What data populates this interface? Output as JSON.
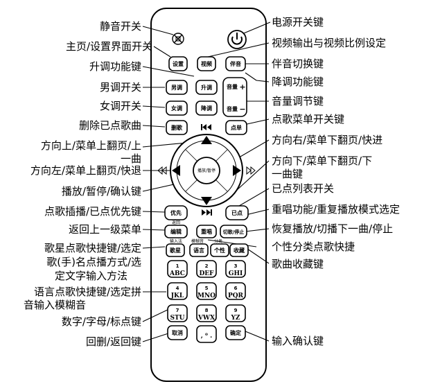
{
  "labels_left": [
    "静音开关",
    "主页/设置界面开关",
    "升调功能键",
    "男调开关",
    "女调开关",
    "删除已点歌曲",
    "方向上/菜单上翻页/上",
    "一曲",
    "方向左/菜单上翻页/快退",
    "播放/暂停/确认键",
    "点歌插播/已点优先键",
    "返回上一级菜单",
    "歌星点歌快捷键/选定",
    "歌(手)名点播方式/选",
    "定文字输入方法",
    "语言点歌快捷键/选定拼",
    "音输入模糊音",
    "数字/字母/标点键",
    "回删/返回键"
  ],
  "labels_right": [
    "电源开关键",
    "视频输出与视频比例设定",
    "伴音切换键",
    "降调功能键",
    "音量调节键",
    "点歌菜单开关键",
    "方向右/菜单下翻页/快进",
    "方向下/菜单下翻页/下",
    "一曲键",
    "已点列表开关",
    "重唱功能/重复播放模式选定",
    "恢复播放/切播下一曲/停止",
    "个性分类点歌快捷",
    "歌曲收藏键",
    "输入确认键"
  ],
  "buttons": {
    "settings": "设置",
    "video": "视频",
    "accompany": "伴音",
    "male": "男调",
    "pitch_up": "升调",
    "female": "女调",
    "pitch_down": "降调",
    "volume": "音量",
    "volume_plus": "+",
    "volume_minus": "−",
    "delete": "删歌",
    "order": "点单",
    "play_pause": "播放/暂停",
    "priority": "优先",
    "ordered": "已点",
    "edit_small": "返回",
    "edit": "编辑",
    "repeat": "重唱",
    "switch_stop": "切歌/停止",
    "small_input": "输入法",
    "small_fuzzy": "模糊音",
    "small_type": "分类",
    "singer": "歌星",
    "language": "语言",
    "personal": "个性",
    "favorite": "收藏",
    "cancel": "取消",
    "confirm": "确定",
    "punct": ", ⁰ ."
  },
  "keypad": [
    {
      "num": "1",
      "letters": "ABC"
    },
    {
      "num": "2",
      "letters": "DEF"
    },
    {
      "num": "3",
      "letters": "GHI"
    },
    {
      "num": "4",
      "letters": "JKL"
    },
    {
      "num": "5",
      "letters": "MNO"
    },
    {
      "num": "6",
      "letters": "PQR"
    },
    {
      "num": "7",
      "letters": "STU"
    },
    {
      "num": "8",
      "letters": "VWX"
    },
    {
      "num": "9",
      "letters": "YZ"
    }
  ],
  "icons": {
    "mute": "mute-icon",
    "power": "power-icon",
    "up": "arrow-up-icon",
    "down": "arrow-down-icon",
    "left": "arrow-left-icon",
    "right": "arrow-right-icon",
    "prev": "skip-previous-icon",
    "next": "skip-next-icon",
    "rewind": "rewind-icon",
    "forward": "fast-forward-icon"
  },
  "colors": {
    "ink": "#000000",
    "paper": "#ffffff"
  }
}
